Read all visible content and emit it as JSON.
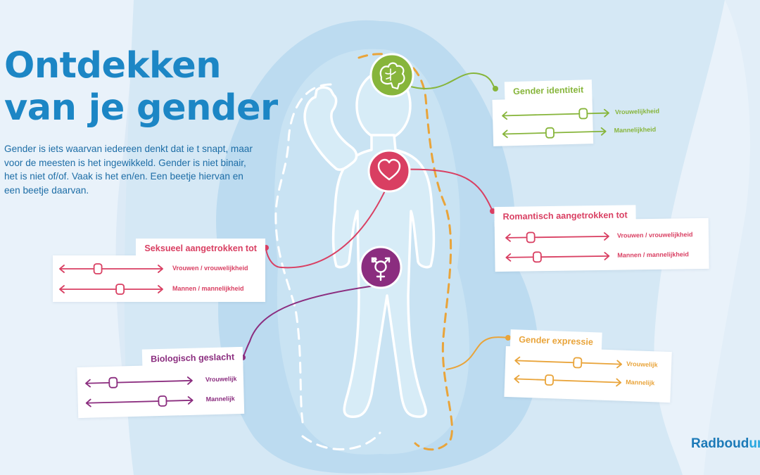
{
  "title": {
    "line1": "Ontdekken",
    "line2": "van je gender"
  },
  "intro": "Gender is iets waarvan iedereen denkt dat ie t snapt, maar voor de meesten is het ingewikkeld. Gender is niet binair, het is niet of/of. Vaak is het en/en. Een beetje hiervan en een beetje daarvan.",
  "logo": {
    "main": "Radboud",
    "suffix": "um"
  },
  "colors": {
    "background": "#e9f2fa",
    "title": "#1c86c5",
    "silhouette_fill": "#d7ecf7",
    "silhouette_outline": "#ffffff",
    "green": "#87b53b",
    "red": "#d93f62",
    "purple": "#8b2d7f",
    "orange": "#e9a43a"
  },
  "icons": {
    "brain": "brain-icon",
    "heart": "heart-icon",
    "gender": "transgender-symbol-icon"
  },
  "cards": [
    {
      "id": "gender-identiteit",
      "title": "Gender identiteit",
      "color": "#87b53b",
      "rows": [
        {
          "label": "Vrouwelijkheid",
          "value": 0.8
        },
        {
          "label": "Mannelijkheid",
          "value": 0.45
        }
      ]
    },
    {
      "id": "romantisch",
      "title": "Romantisch aangetrokken tot",
      "color": "#d93f62",
      "rows": [
        {
          "label": "Vrouwen / vrouwelijkheid",
          "value": 0.2
        },
        {
          "label": "Mannen / mannelijkheid",
          "value": 0.27
        }
      ]
    },
    {
      "id": "seksueel",
      "title": "Seksueel aangetrokken tot",
      "color": "#d93f62",
      "rows": [
        {
          "label": "Vrouwen / vrouwelijkheid",
          "value": 0.35
        },
        {
          "label": "Mannen / mannelijkheid",
          "value": 0.6
        }
      ]
    },
    {
      "id": "biologisch",
      "title": "Biologisch geslacht",
      "color": "#8b2d7f",
      "rows": [
        {
          "label": "Vrouwelijk",
          "value": 0.22
        },
        {
          "label": "Mannelijk",
          "value": 0.75
        }
      ]
    },
    {
      "id": "expressie",
      "title": "Gender expressie",
      "color": "#e9a43a",
      "rows": [
        {
          "label": "Vrouwelijk",
          "value": 0.6
        },
        {
          "label": "Mannelijk",
          "value": 0.3
        }
      ]
    }
  ]
}
